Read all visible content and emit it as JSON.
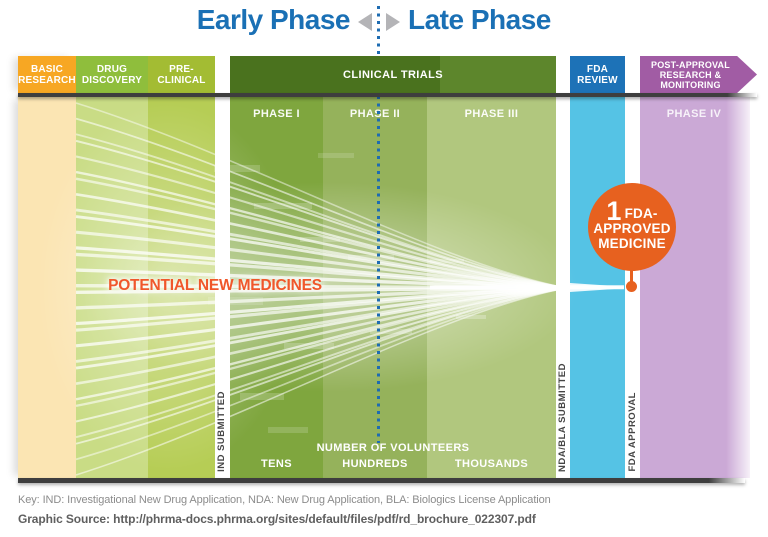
{
  "title": {
    "early": "Early Phase",
    "late": "Late Phase"
  },
  "colors": {
    "title_blue": "#1a70b5",
    "potential_orange": "#f0572b",
    "approved_orange": "#e7611f",
    "basic_header": "#f7a723",
    "basic_body": "#fbe5b3",
    "drug_header": "#8fbe3c",
    "drug_body": "#c9dc85",
    "pre_header": "#a3bc33",
    "pre_body": "#b6cd55",
    "clinical_header_dark": "#4a721e",
    "clinical_header_light": "#5d862c",
    "phase1_body": "#7fa63e",
    "phase2_body": "#95b25b",
    "phase3_body": "#b1c77e",
    "fda_header": "#1d72b7",
    "fda_body": "#55c3e5",
    "post_header": "#a15ca4",
    "post_body": "#cba9d6"
  },
  "stages": {
    "basic": {
      "label": "BASIC RESEARCH"
    },
    "drug": {
      "label": "DRUG DISCOVERY"
    },
    "pre": {
      "label": "PRE-CLINICAL"
    },
    "clinical": {
      "label": "CLINICAL TRIALS"
    },
    "fda": {
      "label": "FDA REVIEW"
    },
    "post": {
      "label": "POST-APPROVAL RESEARCH & MONITORING"
    }
  },
  "phases": [
    {
      "label": "PHASE I",
      "volunteers": "TENS"
    },
    {
      "label": "PHASE II",
      "volunteers": "HUNDREDS"
    },
    {
      "label": "PHASE III",
      "volunteers": "THOUSANDS"
    },
    {
      "label": "PHASE IV",
      "volunteers": ""
    }
  ],
  "volunteers_title": "NUMBER OF VOLUNTEERS",
  "milestones": {
    "ind": "IND SUBMITTED",
    "nda": "NDA/BLA SUBMITTED",
    "approval": "FDA APPROVAL"
  },
  "funnel_label": "POTENTIAL NEW MEDICINES",
  "approved": {
    "count": "1",
    "rest": "FDA-",
    "line2": "APPROVED",
    "line3": "MEDICINE"
  },
  "footer": {
    "key": "Key: IND: Investigational New Drug Application, NDA: New Drug Application, BLA: Biologics License Application",
    "source": "Graphic Source: http://phrma-docs.phrma.org/sites/default/files/pdf/rd_brochure_022307.pdf"
  }
}
